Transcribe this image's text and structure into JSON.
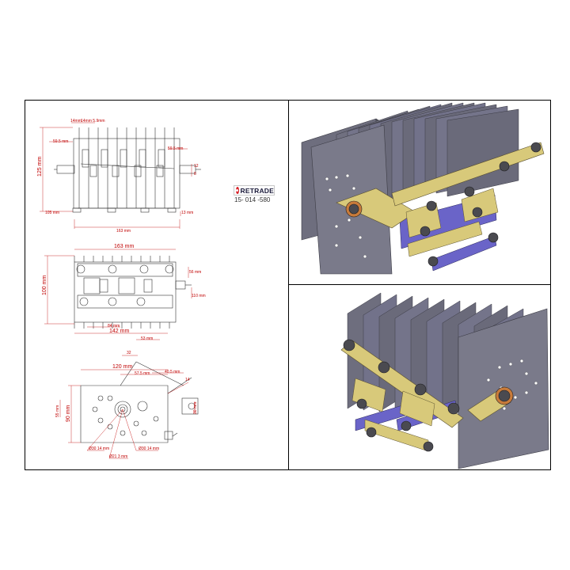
{
  "brand": {
    "name": "RETRADE",
    "part_number": "15- 014 -580",
    "accent": "#d8232a"
  },
  "views": {
    "front": {
      "height": "125 mm",
      "top_width_a": "14mm",
      "top_width_b": "14mm 5.9mm",
      "left_offset": "59.5 mm",
      "right_offset": "59.5 mm",
      "base_left": "105 mm",
      "base_right": "13 mm",
      "width": "163 mm",
      "side_a": "12",
      "side_b": "8"
    },
    "top": {
      "width": "163 mm",
      "depth": "100 mm",
      "right_a": "56 mm",
      "right_b": "110 mm",
      "pitch": "84 mm",
      "inner_width": "142 mm",
      "offset": "53 mm"
    },
    "side": {
      "width": "120 mm",
      "off_a": "57.5 mm",
      "off_b": "40.5 mm",
      "height": "90 mm",
      "left_small": "55 mm",
      "right_small": "30 mm",
      "hole_a": "Ø30 14 mm",
      "hole_b": "Ø30 14 mm",
      "hole_c": "Ø21 3 mm",
      "angle": "14",
      "slot": "32"
    }
  },
  "colors": {
    "plate": "#6e6e7e",
    "plate_edge": "#3b3b44",
    "bar": "#d8c97a",
    "insulator": "#6a64c8",
    "bolt": "#4a4a50",
    "washer": "#c87b3a",
    "dimension": "#c00000"
  }
}
